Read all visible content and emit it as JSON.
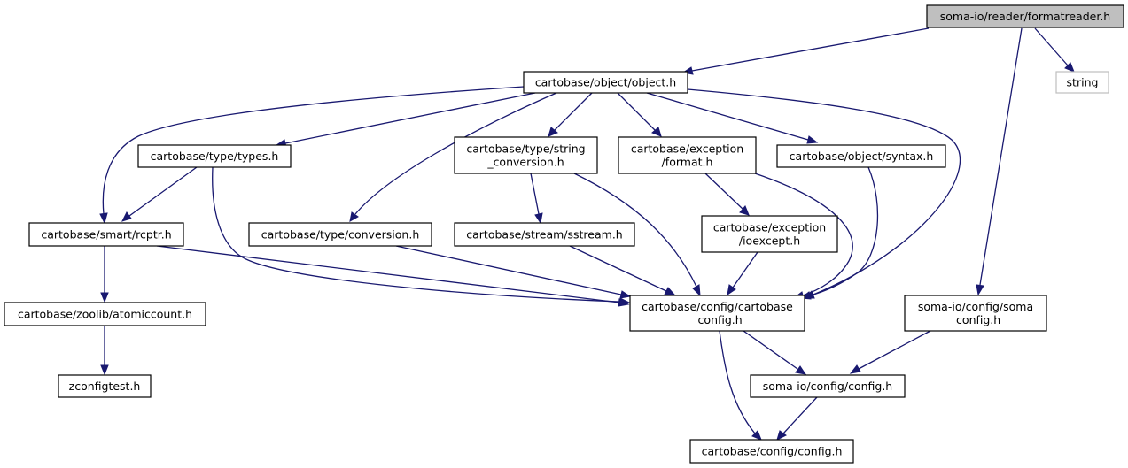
{
  "colors": {
    "edge": "#191970",
    "node_border": "#000000",
    "node_fill": "#ffffff",
    "root_fill": "#bfbfbf",
    "external_border": "#bfbfbf"
  },
  "nodes": {
    "formatreader": {
      "lines": [
        "soma-io/reader/formatreader.h"
      ]
    },
    "object": {
      "lines": [
        "cartobase/object/object.h"
      ]
    },
    "string": {
      "lines": [
        "string"
      ]
    },
    "types": {
      "lines": [
        "cartobase/type/types.h"
      ]
    },
    "string_conversion": {
      "lines": [
        "cartobase/type/string",
        "_conversion.h"
      ]
    },
    "format": {
      "lines": [
        "cartobase/exception",
        "/format.h"
      ]
    },
    "syntax": {
      "lines": [
        "cartobase/object/syntax.h"
      ]
    },
    "rcptr": {
      "lines": [
        "cartobase/smart/rcptr.h"
      ]
    },
    "conversion": {
      "lines": [
        "cartobase/type/conversion.h"
      ]
    },
    "sstream": {
      "lines": [
        "cartobase/stream/sstream.h"
      ]
    },
    "ioexcept": {
      "lines": [
        "cartobase/exception",
        "/ioexcept.h"
      ]
    },
    "atomiccount": {
      "lines": [
        "cartobase/zoolib/atomiccount.h"
      ]
    },
    "cartobase_config": {
      "lines": [
        "cartobase/config/cartobase",
        "_config.h"
      ]
    },
    "soma_config": {
      "lines": [
        "soma-io/config/soma",
        "_config.h"
      ]
    },
    "zconfigtest": {
      "lines": [
        "zconfigtest.h"
      ]
    },
    "somaio_config": {
      "lines": [
        "soma-io/config/config.h"
      ]
    },
    "config": {
      "lines": [
        "cartobase/config/config.h"
      ]
    }
  }
}
